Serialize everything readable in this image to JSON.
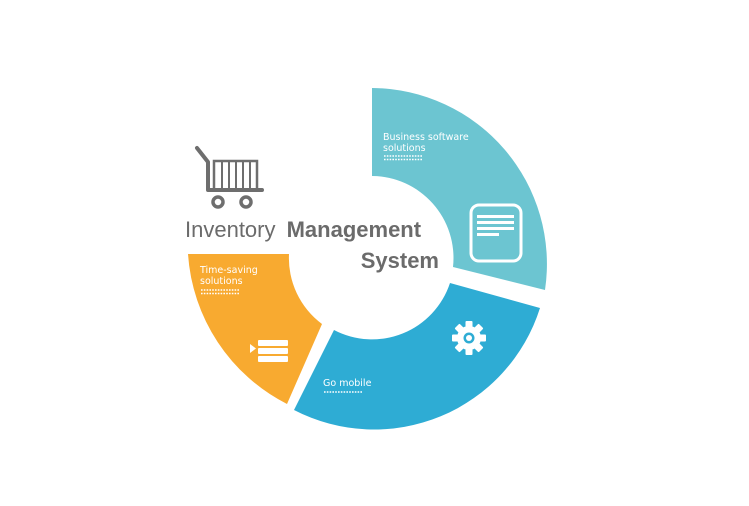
{
  "title": {
    "line1_light": "Inventory",
    "line1_bold": "Management",
    "line2_bold": "System"
  },
  "colors": {
    "teal": "#6cc5d1",
    "blue": "#2eacd4",
    "orange": "#f8aa30",
    "text_gray": "#6b6b6b",
    "icon_gray": "#6e6e6e",
    "background": "#ffffff"
  },
  "segments": [
    {
      "id": "business-software",
      "label_line1": "Business software",
      "label_line2": "solutions",
      "icon": "document-icon",
      "color": "#6cc5d1"
    },
    {
      "id": "go-mobile",
      "label_line1": "Go mobile",
      "label_line2": "",
      "icon": "gear-icon",
      "color": "#2eacd4"
    },
    {
      "id": "time-saving",
      "label_line1": "Time-saving",
      "label_line2": "solutions",
      "icon": "list-icon",
      "color": "#f8aa30"
    }
  ],
  "center_icon": "shopping-cart-icon"
}
